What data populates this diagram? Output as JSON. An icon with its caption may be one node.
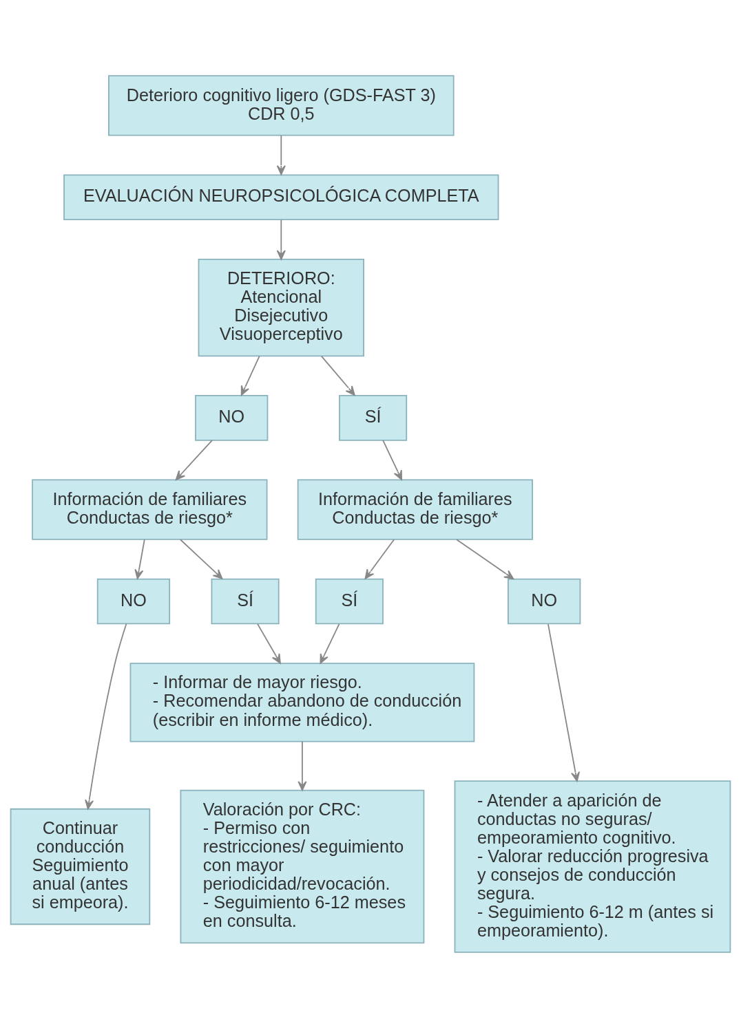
{
  "diagram": {
    "nodes": [
      {
        "text": [
          "Deterioro cognitivo ligero (GDS-FAST 3)",
          "CDR 0,5"
        ]
      },
      {
        "text": [
          "EVALUACIÓN NEUROPSICOLÓGICA COMPLETA"
        ]
      },
      {
        "text": [
          "DETERIORO:",
          "Atencional",
          "Disejecutivo",
          "Visuoperceptivo"
        ]
      },
      {
        "text": [
          "NO"
        ]
      },
      {
        "text": [
          "SÍ"
        ]
      },
      {
        "text": [
          "Información de familiares",
          "Conductas de riesgo*"
        ]
      },
      {
        "text": [
          "Información de familiares",
          "Conductas de riesgo*"
        ]
      },
      {
        "text": [
          "NO"
        ]
      },
      {
        "text": [
          "SÍ"
        ]
      },
      {
        "text": [
          "SÍ"
        ]
      },
      {
        "text": [
          "NO"
        ]
      },
      {
        "text": [
          "- Informar de mayor riesgo.",
          "- Recomendar abandono de conducción (escribir en informe médico)."
        ]
      },
      {
        "text": [
          "Continuar conducción",
          "Seguimiento anual (antes si empeora)."
        ]
      },
      {
        "text": [
          "Valoración por CRC:",
          "- Permiso con restricciones/ seguimiento con mayor periodicidad/revocación.",
          "- Seguimiento 6-12 meses en consulta."
        ]
      },
      {
        "text": [
          "- Atender a aparición de conductas no seguras/ empeoramiento cognitivo.",
          "- Valorar reducción progresiva y consejos de conducción segura.",
          "- Seguimiento 6-12 m (antes si empeoramiento)."
        ]
      }
    ],
    "edges": [
      {
        "from": 0,
        "to": 1,
        "arrow": "to"
      },
      {
        "from": 1,
        "to": 2,
        "arrow": "to"
      },
      {
        "from": 2,
        "to": 3,
        "arrow": "to"
      },
      {
        "from": 2,
        "to": 4,
        "arrow": "to"
      },
      {
        "from": 3,
        "to": 5,
        "arrow": "to"
      },
      {
        "from": 4,
        "to": 6,
        "arrow": "to"
      },
      {
        "from": 5,
        "to": 7,
        "arrow": "to"
      },
      {
        "from": 5,
        "to": 8,
        "arrow": "to"
      },
      {
        "from": 6,
        "to": 9,
        "arrow": "to"
      },
      {
        "from": 6,
        "to": 10,
        "arrow": "to"
      },
      {
        "from": 8,
        "to": 11,
        "arrow": "to"
      },
      {
        "from": 9,
        "to": 11,
        "arrow": "to"
      },
      {
        "from": 7,
        "to": 12,
        "arrow": "to"
      },
      {
        "from": 11,
        "to": 13,
        "arrow": "to"
      },
      {
        "from": 10,
        "to": 14,
        "arrow": "to"
      }
    ]
  }
}
